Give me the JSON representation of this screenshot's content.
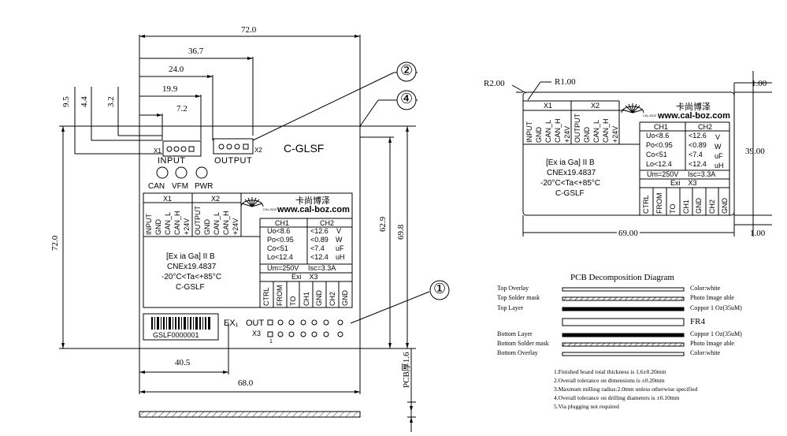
{
  "dims": {
    "w72": "72.0",
    "w36_7": "36.7",
    "w24": "24.0",
    "w19_9": "19.9",
    "w7_2": "7.2",
    "v9_5": "9.5",
    "v4_4": "4.4",
    "v3_2": "3.2",
    "h72": "72.0",
    "h62_9": "62.9",
    "h69_8": "69.8",
    "w40_5": "40.5",
    "w68": "68.0",
    "pcb": "PCB厚1.6",
    "r2": "R2.00",
    "r1": "R1.00",
    "d100a": "1.00",
    "d39": "39.00",
    "d69": "69.00",
    "d100b": "1.00"
  },
  "callouts": [
    "②",
    "④",
    "①"
  ],
  "board": {
    "x1_tag": "X1",
    "input": "INPUT",
    "output": "OUTPUT",
    "x2_tag": "X2",
    "model": "C-GLSF",
    "leds": [
      "CAN",
      "VFM",
      "PWR"
    ],
    "ex1": "EX₁",
    "out": "OUT",
    "x3": "X3",
    "barcode": "GSLF0000001",
    "one": "1"
  },
  "label": {
    "x1": "X1",
    "x2": "X2",
    "x1_pins": [
      "INPUT",
      "GND",
      "CAN_L",
      "CAN_H",
      "+24V"
    ],
    "x2_pins": [
      "OUTPUT",
      "GND",
      "CAN_L",
      "CAN_H",
      "+24V"
    ],
    "brand_cn": "卡尚博泽",
    "brand_small": "CAL-BOZ",
    "url": "www.cal-boz.com",
    "ch1": "CH1",
    "ch2": "CH2",
    "ch1_vals": [
      "Uo<8.6",
      "Po<0.95",
      "Co<51",
      "Lo<12.4"
    ],
    "ch2_vals": [
      "<12.6",
      "<0.89",
      "<7.4",
      "<12.4"
    ],
    "units": [
      "V",
      "W",
      "uF",
      "uH"
    ],
    "ex": "[Ex ia Ga] II B",
    "cert": "CNEx19.4837",
    "temp": "-20°C<Ta<+85°C",
    "name": "C-GSLF",
    "um": "Um=250V",
    "isc": "Isc=3.3A",
    "exi": "Exi    X3",
    "x3_pins": [
      "CTRL",
      "FROM",
      "TO",
      "CH1",
      "GND",
      "CH2",
      "GND"
    ]
  },
  "pcb_diagram": {
    "title": "PCB Decomposition Diagram",
    "layers": [
      {
        "left": "Top Overlay",
        "right": "Color:white",
        "style": "white"
      },
      {
        "left": "Top Solder mask",
        "right": "Photo Image able",
        "style": "hatch"
      },
      {
        "left": "Top Layer",
        "right": "Coppor 1 Oz(35uM)",
        "style": "black"
      },
      {
        "left": "",
        "right": "FR4",
        "style": "fr4"
      },
      {
        "left": "Bottom Layer",
        "right": "Coppor 1 Oz(35uM)",
        "style": "black"
      },
      {
        "left": "Bottom Solder mask",
        "right": "Photo Image able",
        "style": "hatch"
      },
      {
        "left": "Bottom Overlay",
        "right": "Color:white",
        "style": "white"
      }
    ],
    "notes": [
      "1.Finished board total thickness is 1.6±0.20mm",
      "2.Overall tolerance on dimensions is ±0.20mm",
      "3.Maxmum milling radius:2.0mm unless otherwise specified",
      "4.Overall tolerance on drilling diameters is ±0.10mm",
      "5.Via plugging not required"
    ]
  }
}
